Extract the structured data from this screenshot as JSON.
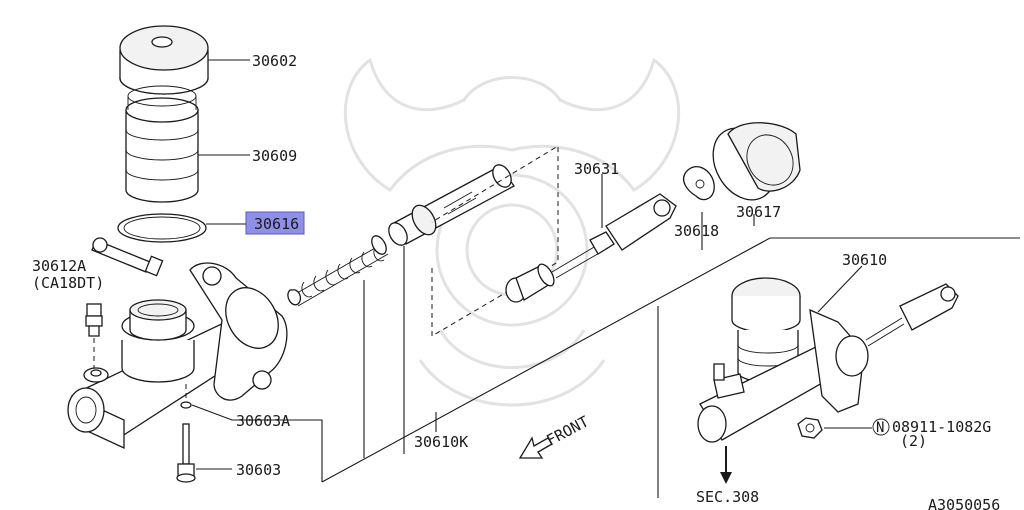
{
  "diagram_code": "A3050056",
  "front_label": "FRONT",
  "section_ref": "SEC.308",
  "highlight_color": "#8f8fe8",
  "callouts": {
    "p30602": "30602",
    "p30609": "30609",
    "p30616": "30616",
    "p30612A": "30612A",
    "p30612A_note": "(CA18DT)",
    "p30603A": "30603A",
    "p30603": "30603",
    "p30610K": "30610K",
    "p30631": "30631",
    "p30618": "30618",
    "p30617": "30617",
    "p30610": "30610",
    "nut_marker": "N",
    "nut_part": "08911-1082G",
    "nut_qty": "(2)"
  }
}
